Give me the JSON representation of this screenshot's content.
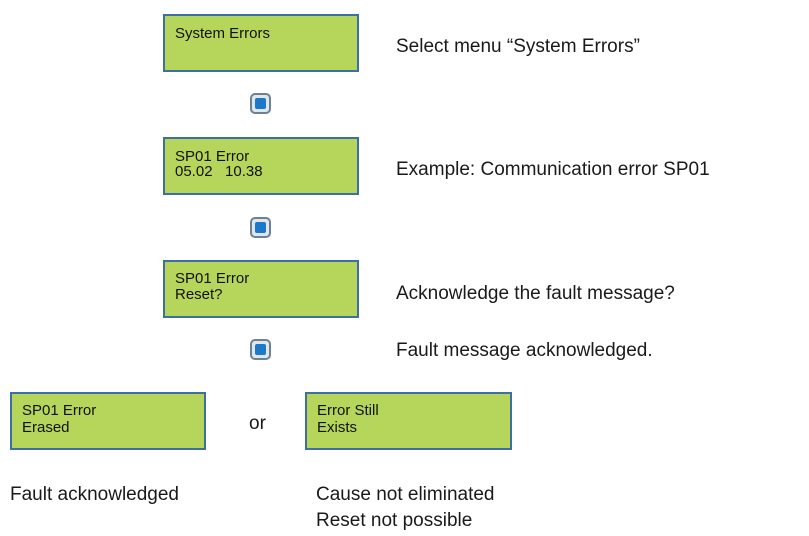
{
  "displays": {
    "menu": {
      "line1": "System Errors",
      "line2": ""
    },
    "error": {
      "line1": "SP01 Error",
      "line2": "05.02   10.38"
    },
    "reset": {
      "line1": "SP01 Error",
      "line2": "Reset?"
    },
    "erased": {
      "line1": "SP01 Error",
      "line2": "Erased"
    },
    "still": {
      "line1": "Error Still",
      "line2": "Exists"
    }
  },
  "descriptions": {
    "menu": "Select menu “System Errors”",
    "error": "Example: Communication error SP01",
    "reset": "Acknowledge the fault message?",
    "acknowledged": "Fault message acknowledged."
  },
  "or_label": "or",
  "outcomes": {
    "left": "Fault acknowledged",
    "right_line1": "Cause not eliminated",
    "right_line2": "Reset not possible"
  },
  "colors": {
    "lcd_background": "#b5d65a",
    "lcd_border": "#3d6ea5",
    "button_core": "#1e78c8"
  },
  "icons": [
    "enter-button-icon"
  ]
}
